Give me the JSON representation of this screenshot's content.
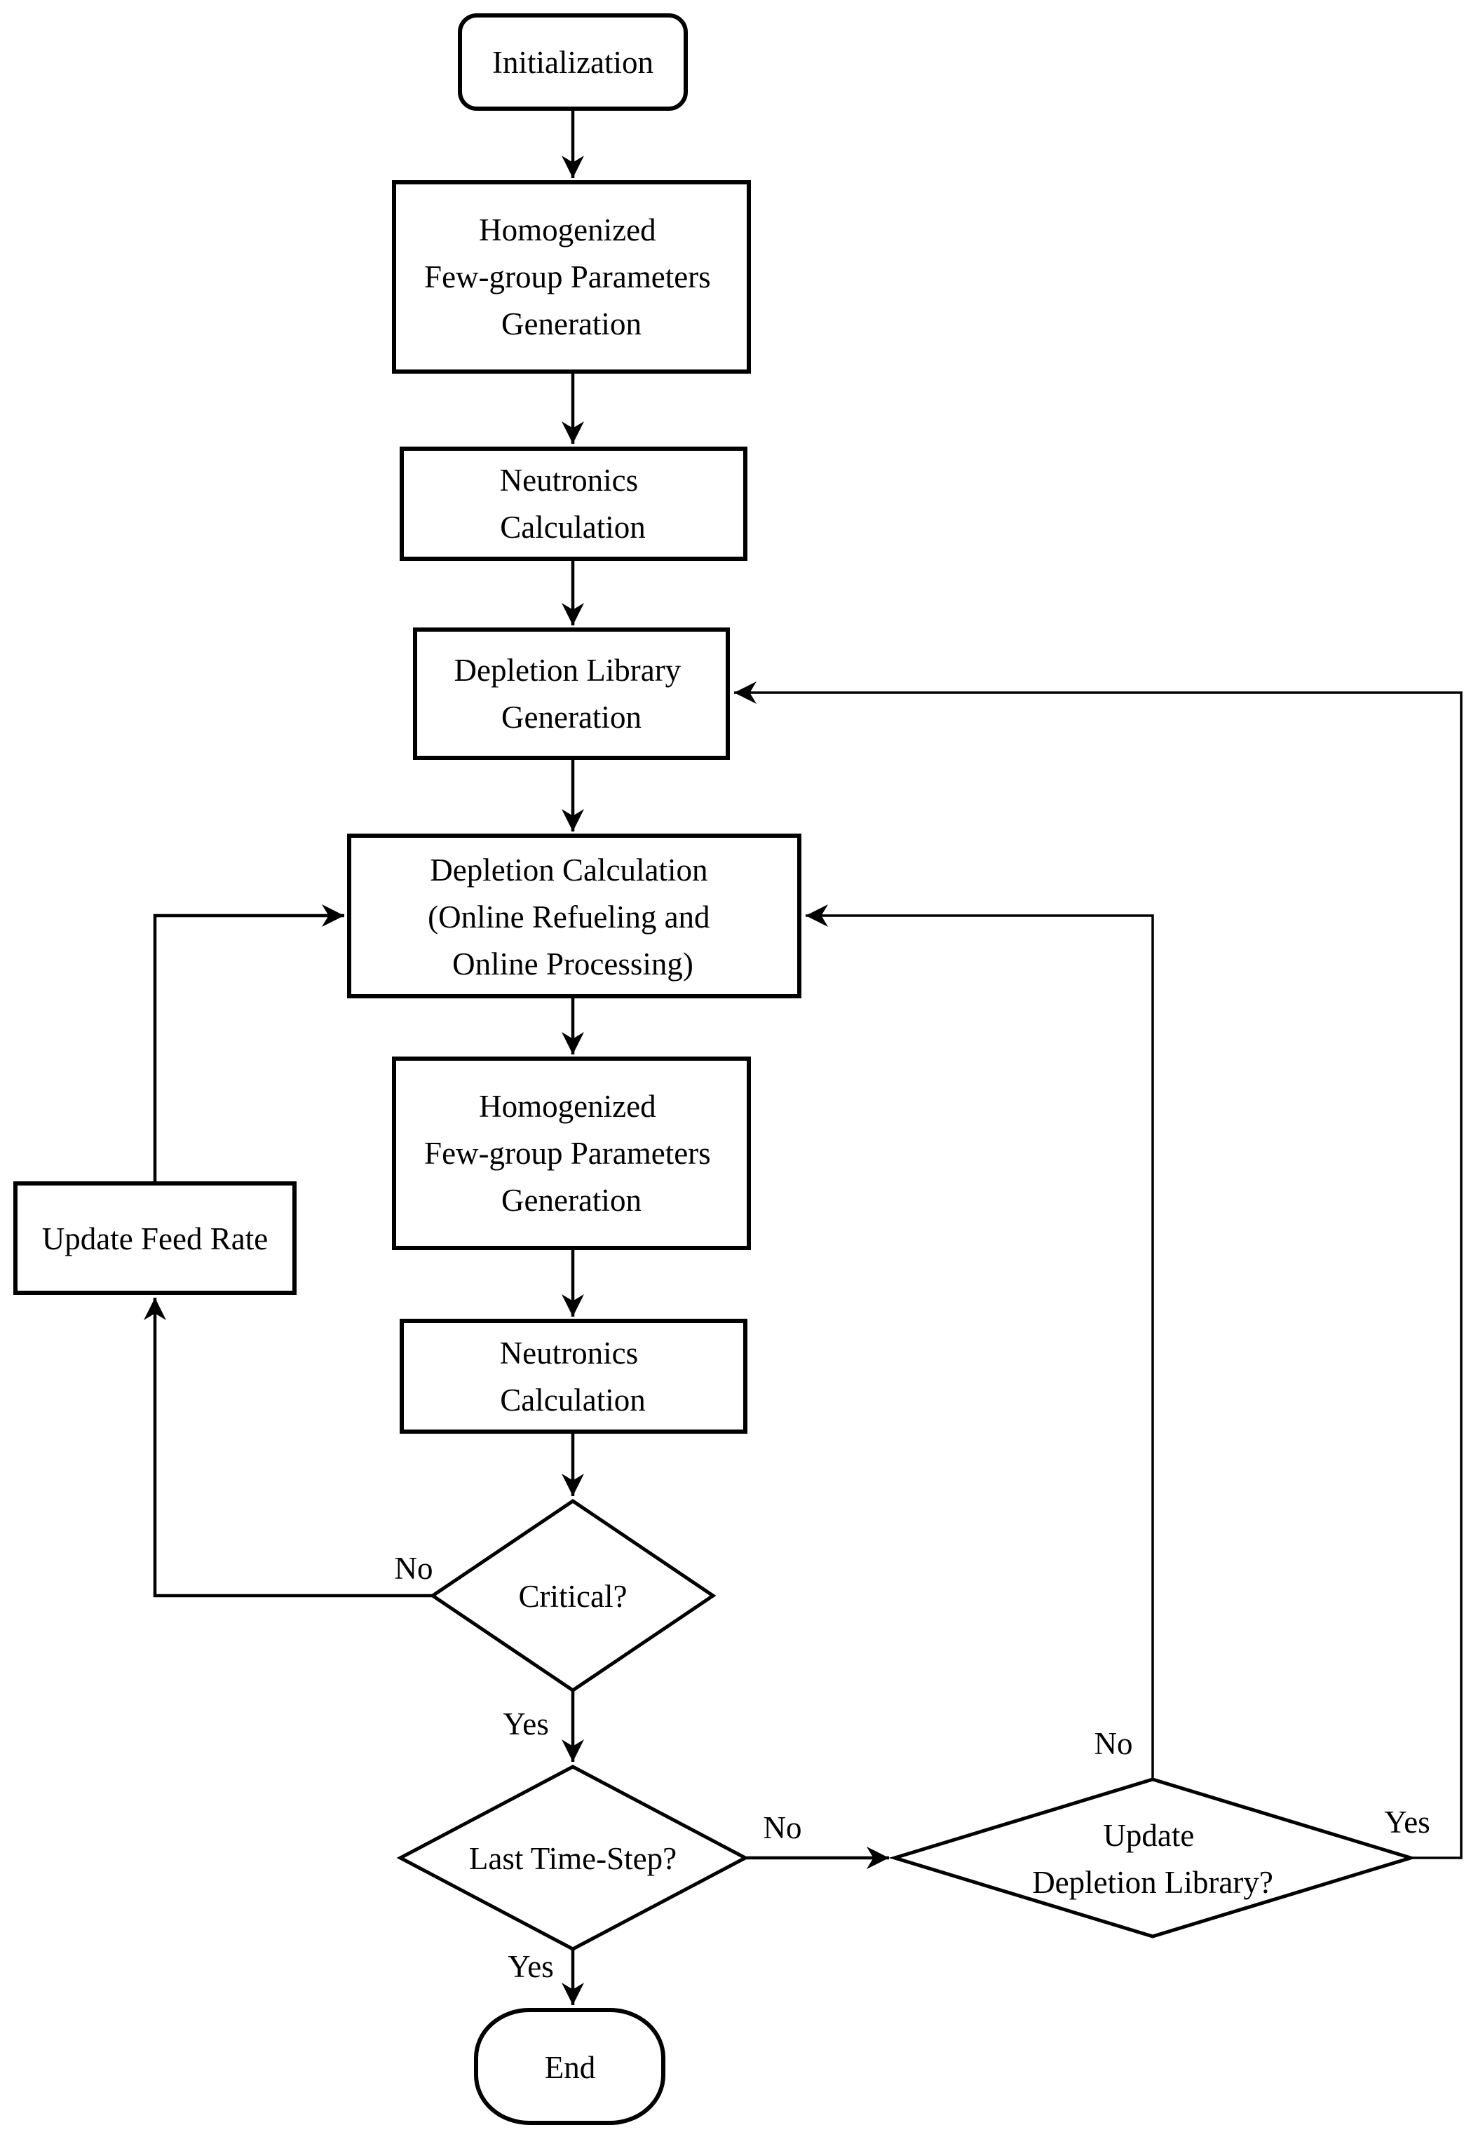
{
  "diagram": {
    "type": "flowchart",
    "colors": {
      "stroke": "#000000",
      "fill": "#ffffff"
    }
  },
  "nodes": {
    "init": {
      "label": "Initialization",
      "shape": "rounded-rect"
    },
    "homog1": {
      "lines": [
        "Homogenized",
        "Few-group Parameters",
        "Generation"
      ],
      "shape": "rect"
    },
    "neutro1": {
      "lines": [
        "Neutronics",
        "Calculation"
      ],
      "shape": "rect"
    },
    "deplib": {
      "lines": [
        "Depletion Library",
        "Generation"
      ],
      "shape": "rect"
    },
    "depcalc": {
      "lines": [
        "Depletion Calculation",
        "(Online Refueling and",
        "Online Processing)"
      ],
      "shape": "rect"
    },
    "homog2": {
      "lines": [
        "Homogenized",
        "Few-group Parameters",
        "Generation"
      ],
      "shape": "rect"
    },
    "neutro2": {
      "lines": [
        "Neutronics",
        "Calculation"
      ],
      "shape": "rect"
    },
    "ufr": {
      "label": "Update Feed Rate",
      "shape": "rect"
    },
    "critical": {
      "label": "Critical?",
      "shape": "diamond"
    },
    "lastts": {
      "label": "Last Time-Step?",
      "shape": "diamond"
    },
    "updlib": {
      "lines": [
        "Update",
        "Depletion Library?"
      ],
      "shape": "diamond"
    },
    "end": {
      "label": "End",
      "shape": "stadium"
    }
  },
  "edge_labels": {
    "critical_no": "No",
    "critical_yes": "Yes",
    "lastts_no": "No",
    "lastts_yes": "Yes",
    "updlib_no": "No",
    "updlib_yes": "Yes"
  }
}
